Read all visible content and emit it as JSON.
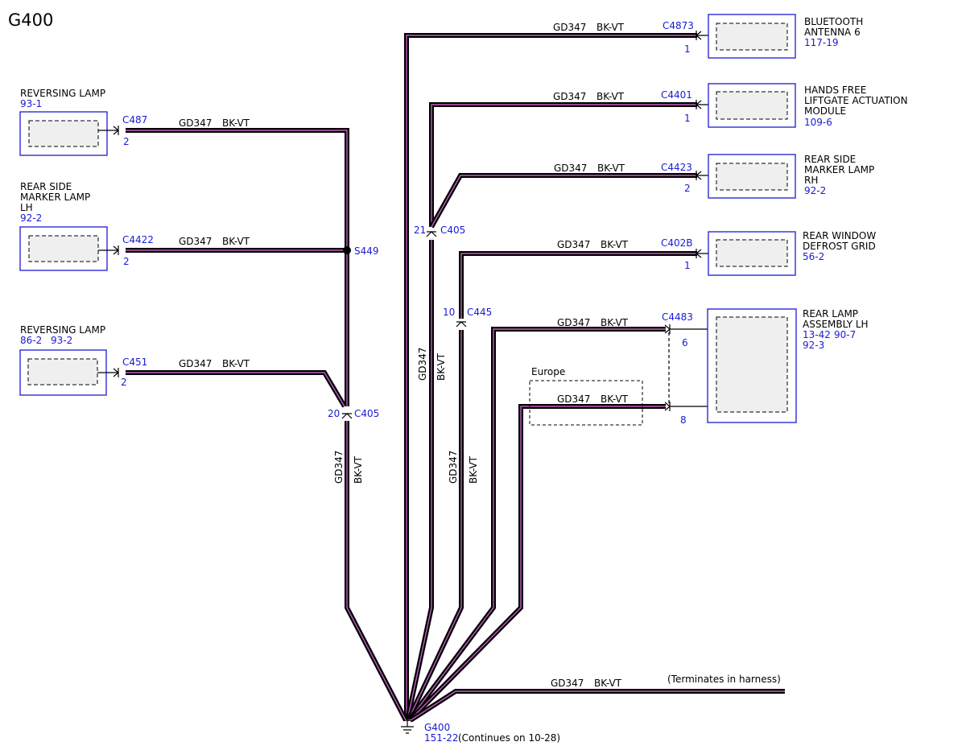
{
  "title": "G400",
  "wire": {
    "circuit": "GD347",
    "color": "BK-VT"
  },
  "components": {
    "reversing_lamp_rh": {
      "name_lines": [
        "REVERSING LAMP"
      ],
      "refs": [
        "93-1"
      ]
    },
    "rear_side_marker_lh": {
      "name_lines": [
        "REAR SIDE",
        "MARKER LAMP",
        "LH"
      ],
      "refs": [
        "92-2"
      ]
    },
    "reversing_lamp_lh": {
      "name_lines": [
        "REVERSING LAMP"
      ],
      "refs": [
        "86-2",
        "93-2"
      ]
    },
    "bluetooth_antenna": {
      "name_lines": [
        "BLUETOOTH",
        "ANTENNA 6"
      ],
      "refs": [
        "117-19"
      ]
    },
    "hands_free_liftgate": {
      "name_lines": [
        "HANDS FREE",
        "LIFTGATE ACTUATION",
        "MODULE"
      ],
      "refs": [
        "109-6"
      ]
    },
    "rear_side_marker_rh": {
      "name_lines": [
        "REAR SIDE",
        "MARKER LAMP",
        "RH"
      ],
      "refs": [
        "92-2"
      ]
    },
    "rear_window_defrost": {
      "name_lines": [
        "REAR WINDOW",
        "DEFROST GRID"
      ],
      "refs": [
        "56-2"
      ]
    },
    "rear_lamp_assembly_lh": {
      "name_lines": [
        "REAR LAMP",
        "ASSEMBLY LH"
      ],
      "refs": [
        "13-42",
        "90-7",
        "92-3"
      ]
    }
  },
  "connectors": {
    "c487": {
      "id": "C487",
      "pin": "2"
    },
    "c4422": {
      "id": "C4422",
      "pin": "2"
    },
    "c451": {
      "id": "C451",
      "pin": "2"
    },
    "c4873": {
      "id": "C4873",
      "pin": "1"
    },
    "c4401": {
      "id": "C4401",
      "pin": "1"
    },
    "c4423": {
      "id": "C4423",
      "pin": "2"
    },
    "c402b": {
      "id": "C402B",
      "pin": "1"
    },
    "c4483": {
      "id": "C4483",
      "pins": [
        "6",
        "8"
      ]
    },
    "c405_left": {
      "id": "C405",
      "pin": "20"
    },
    "c405_right": {
      "id": "C405",
      "pin": "21"
    },
    "c445": {
      "id": "C445",
      "pin": "10"
    }
  },
  "splice": {
    "id": "S449"
  },
  "option_label": "Europe",
  "terminates_note": "(Terminates in harness)",
  "ground": {
    "id": "G400",
    "ref": "151-22",
    "note": "(Continues on 10-28)"
  }
}
